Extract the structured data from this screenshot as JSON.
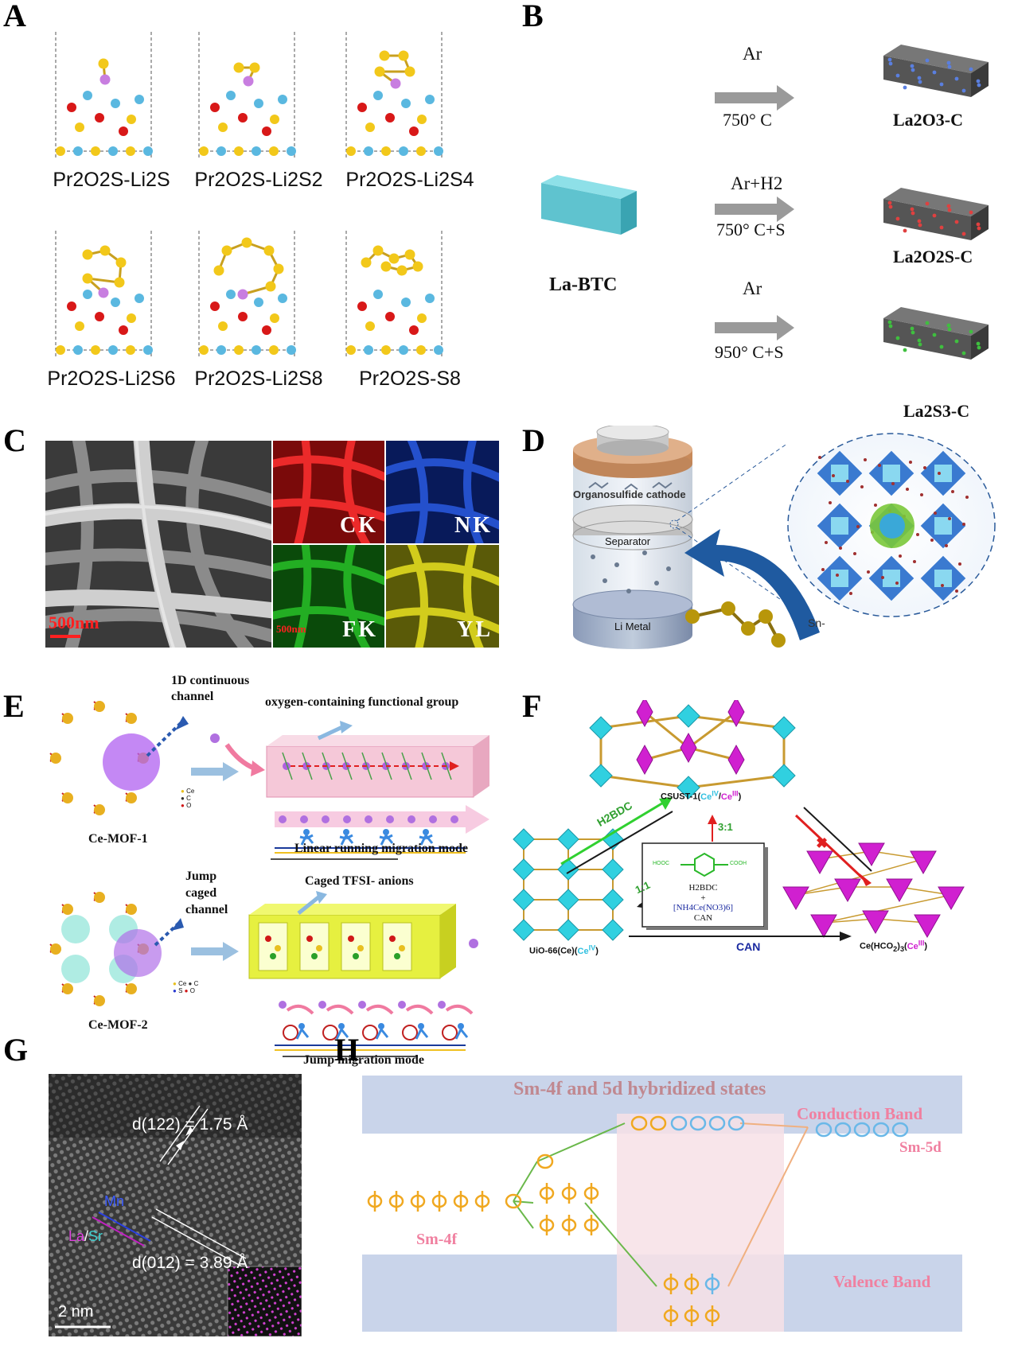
{
  "panel_labels": {
    "a": "A",
    "b": "B",
    "c": "C",
    "d": "D",
    "e": "E",
    "f": "F",
    "g": "G",
    "h": "H"
  },
  "panelA": {
    "captions": [
      "Pr2O2S-Li2S",
      "Pr2O2S-Li2S2",
      "Pr2O2S-Li2S4",
      "Pr2O2S-Li2S6",
      "Pr2O2S-Li2S8",
      "Pr2O2S-S8"
    ]
  },
  "panelB": {
    "precursor": "La-BTC",
    "routes": [
      {
        "gas": "Ar",
        "condition": "750° C",
        "product": "La2O3-C",
        "dot_color": "#5a7fe0"
      },
      {
        "gas": "Ar+H2",
        "condition": "750° C+S",
        "product": "La2O2S-C",
        "dot_color": "#e04040"
      },
      {
        "gas": "Ar",
        "condition": "950° C+S",
        "product": "La2S3-C",
        "dot_color": "#3fbf3f"
      }
    ]
  },
  "panelC": {
    "scale_bar": "500nm",
    "eds_scale": "500nm",
    "maps": [
      {
        "label": "CK",
        "color": "#d01818"
      },
      {
        "label": "NK",
        "color": "#1a4bd0"
      },
      {
        "label": "FK",
        "color": "#18a818"
      },
      {
        "label": "YL",
        "color": "#d8d010"
      }
    ]
  },
  "panelD": {
    "cathode": "Organosulfide cathode",
    "separator": "Separator",
    "anode": "Li Metal",
    "ion": "Sn-"
  },
  "panelE": {
    "mof1": {
      "name": "Ce-MOF-1",
      "channel": "1D continuous channel",
      "group": "oxygen-containing functional group",
      "mode": "Linear running migration mode",
      "legend": [
        "Ce",
        "C",
        "O"
      ]
    },
    "mof2": {
      "name": "Ce-MOF-2",
      "channel": "Jump caged channel",
      "anion": "Caged TFSI- anions",
      "mode": "Jump migration mode",
      "legend": [
        "Ce",
        "C",
        "S",
        "O"
      ]
    }
  },
  "panelF": {
    "top": "CSUST-1(CeIV/CeIII)",
    "left": "UiO-66(Ce)(CeIV)",
    "right": "Ce(HCO2)3(CeIII)",
    "arrow_h2bdc": "H2BDC",
    "ratio_up": "3:1",
    "ratio_left": "1:1",
    "bottom_arrow": "CAN",
    "box": {
      "hooc": "HOOC",
      "cooh": "COOH",
      "line1": "H2BDC",
      "plus": "+",
      "line2": "[NH4Ce(NO3)6]",
      "line3": "CAN"
    },
    "cross": "✖"
  },
  "panelG": {
    "d1": "d(122) = 1.75 Å",
    "d2": "d(012) = 3.89 Å",
    "mn": "Mn",
    "la": "La",
    "slash": "/",
    "sr": "Sr",
    "scale": "2 nm"
  },
  "panelH": {
    "title": "Sm-4f and 5d hybridized states",
    "conduction": "Conduction Band",
    "sm5d": "Sm-5d",
    "sm4f": "Sm-4f",
    "valence": "Valence Band"
  },
  "colors": {
    "sulfur": "#f2c81a",
    "lithium": "#c87ee0",
    "oxygen": "#d81818",
    "praseodymium": "#5ab8e0",
    "band_blue": "#c9d4ea",
    "band_pink": "#f7e0e6",
    "orbital_orange": "#f0a820",
    "orbital_blue": "#6ab8e8"
  }
}
